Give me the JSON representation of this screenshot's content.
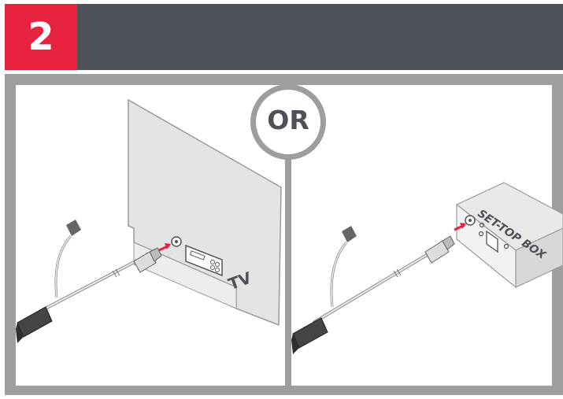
{
  "header": {
    "step_number": "2"
  },
  "divider": {
    "or_label": "OR"
  },
  "left_panel": {
    "device_label": "TV"
  },
  "right_panel": {
    "device_label": "SET-TOP BOX"
  },
  "colors": {
    "accent": "#e8233f",
    "header_dark": "#4d5159",
    "frame_gray": "#9e9ea0",
    "panel_bg": "#ffffff"
  }
}
